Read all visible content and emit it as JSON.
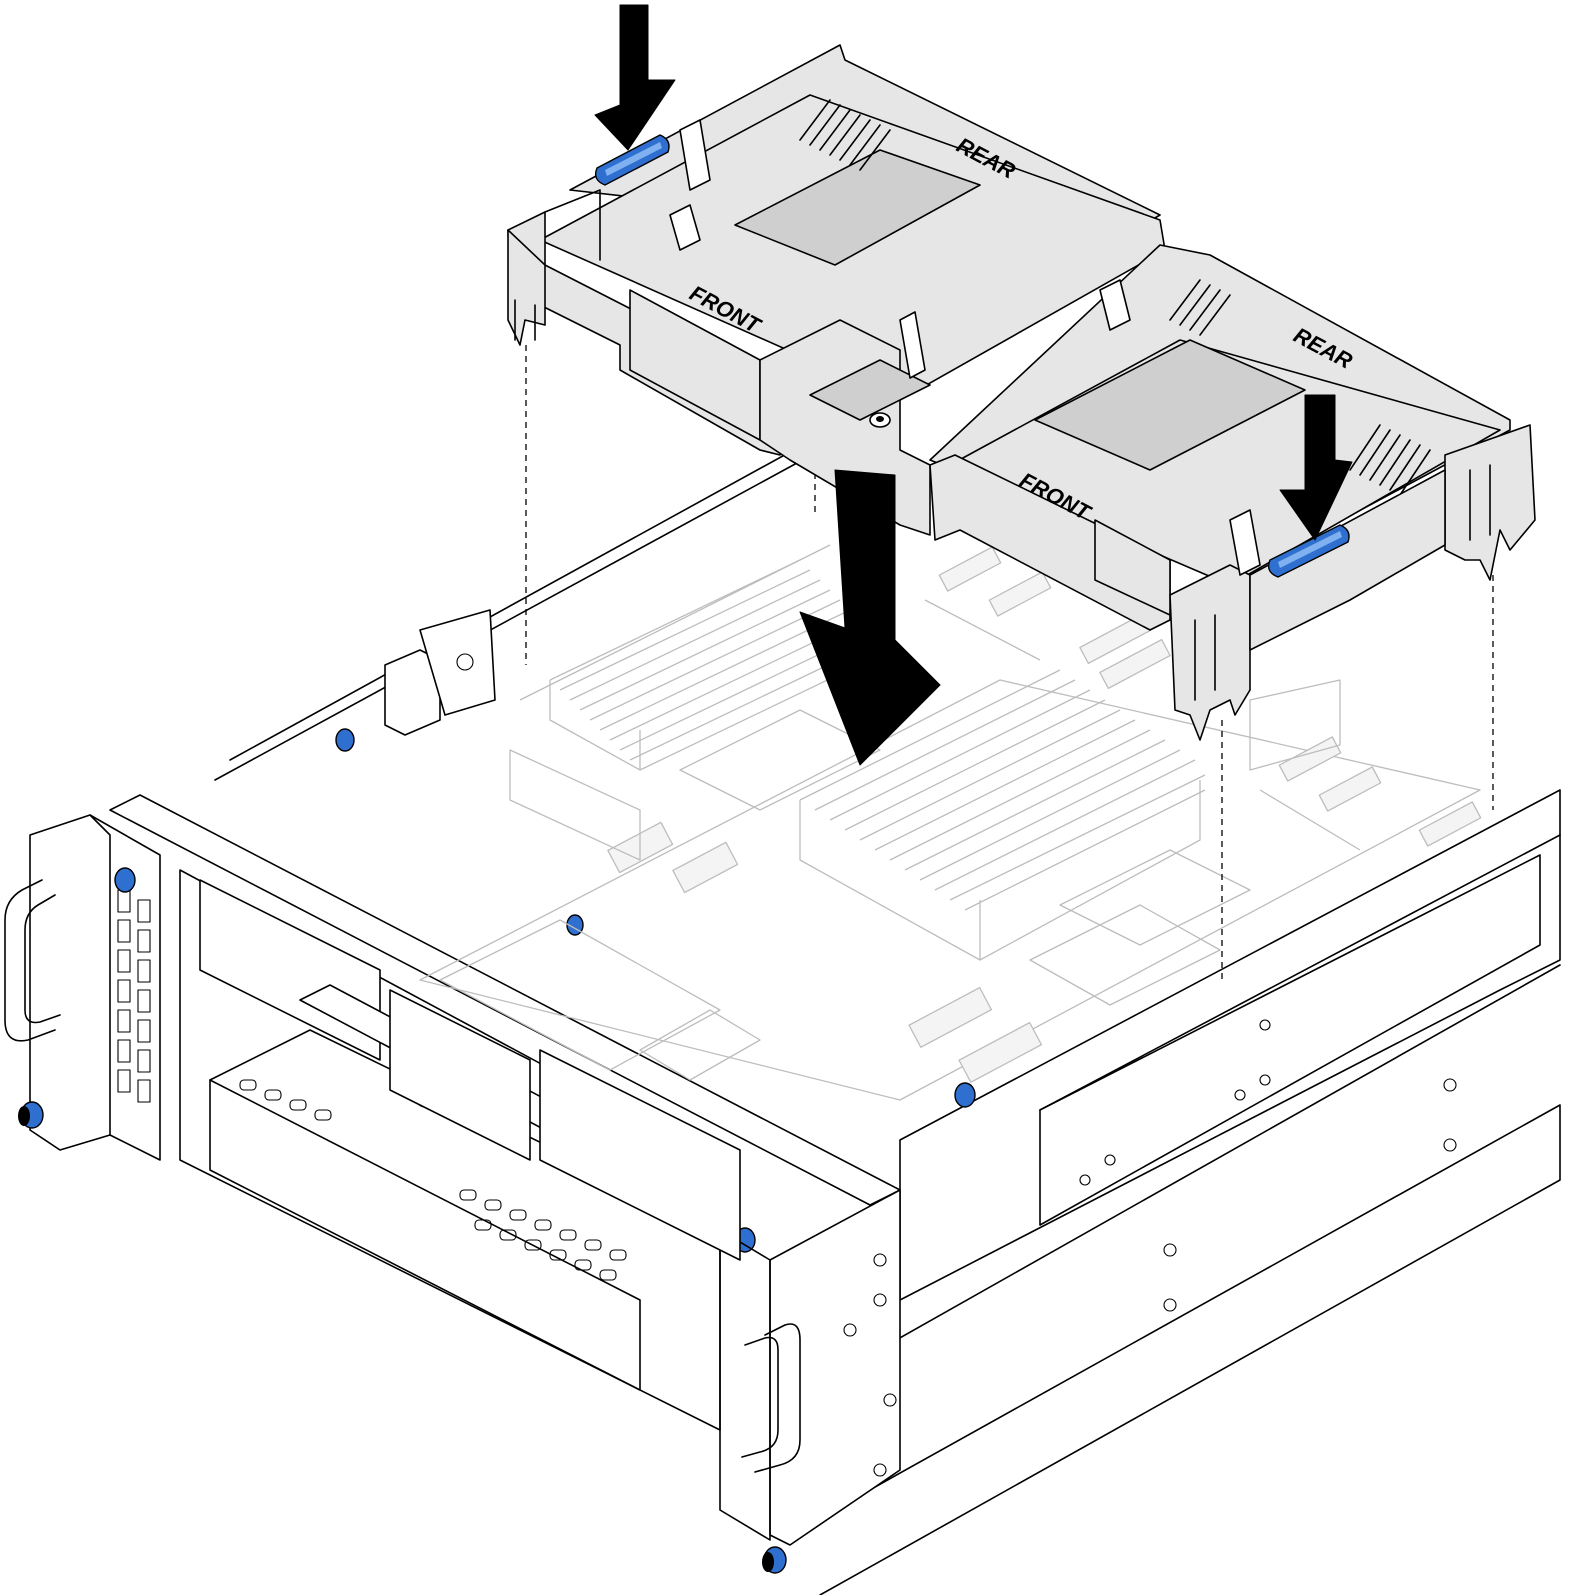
{
  "labels": {
    "duct1_rear": "REAR",
    "duct1_front": "FRONT",
    "duct2_rear": "REAR",
    "duct2_front": "FRONT"
  },
  "colors": {
    "touch_point_blue": "#2f6fd0",
    "duct_gray": "#e6e6e6",
    "line": "#000000"
  },
  "icons": [
    "down-arrow-icon",
    "down-arrow-icon",
    "down-arrow-icon"
  ]
}
